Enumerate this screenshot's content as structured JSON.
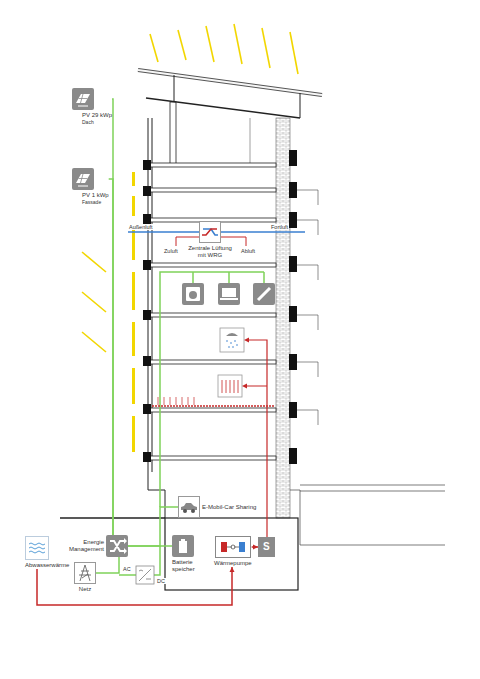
{
  "diagram": {
    "nodes": [
      {
        "text": [
          "PV 29 kWp",
          "Dach"
        ]
      },
      {
        "text": [
          "PV 1 kWp",
          "Fassade"
        ]
      },
      {
        "text": [
          "Zentrale Lüftung mit WRG"
        ]
      },
      {
        "text": [
          "E-Mobil-Car Sharing"
        ]
      },
      {
        "text": [
          "Energie Management"
        ]
      },
      {
        "text": [
          "Batterie speicher"
        ]
      },
      {
        "text": [
          "Wärmepumpe"
        ]
      },
      {
        "text": [
          "S"
        ]
      },
      {
        "text": [
          "Abwasserwärme"
        ]
      },
      {
        "text": [
          "Netz"
        ]
      }
    ],
    "edges": [
      {
        "from": 0,
        "to": 4,
        "arrow": "none"
      },
      {
        "from": 1,
        "to": 4,
        "arrow": "none"
      },
      {
        "from": 4,
        "to": 3,
        "arrow": "none"
      },
      {
        "from": 4,
        "to": 5,
        "arrow": "none"
      },
      {
        "from": 9,
        "to": 4,
        "arrow": "none"
      },
      {
        "from": 8,
        "to": 6,
        "arrow": "to"
      },
      {
        "from": 6,
        "to": 7,
        "arrow": "to"
      }
    ],
    "labels": [
      "Außenluft",
      "Fortluft",
      "Zuluft",
      "Abluft",
      "AC",
      "DC"
    ]
  }
}
